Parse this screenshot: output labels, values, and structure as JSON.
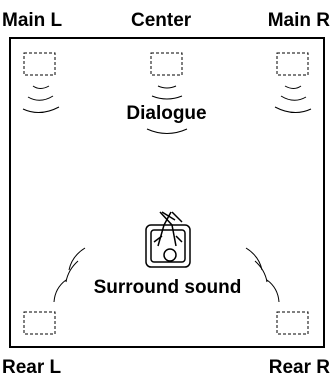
{
  "speakers": {
    "main_l": "Main L",
    "center": "Center",
    "main_r": "Main R",
    "rear_l": "Rear L",
    "rear_r": "Rear R"
  },
  "zones": {
    "dialogue": "Dialogue",
    "surround": "Surround sound"
  },
  "colors": {
    "line": "#000000",
    "background": "#ffffff"
  }
}
